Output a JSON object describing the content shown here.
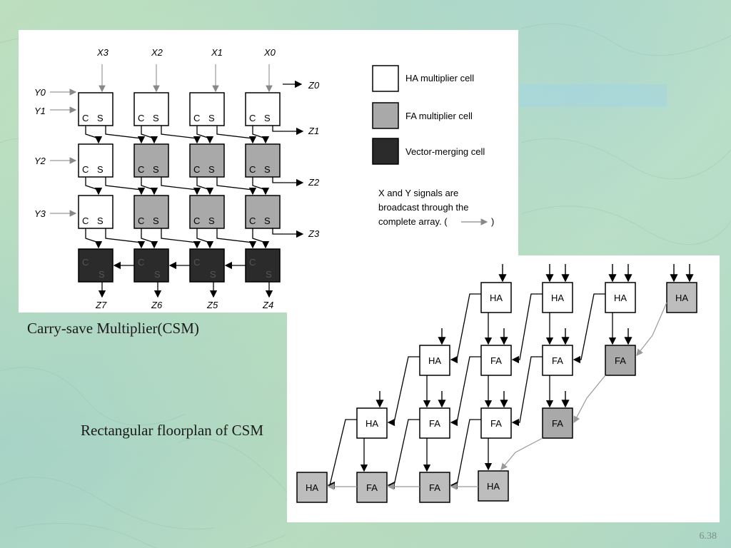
{
  "csm": {
    "x_inputs": [
      "X3",
      "X2",
      "X1",
      "X0"
    ],
    "y_inputs": [
      "Y0",
      "Y1",
      "Y2",
      "Y3"
    ],
    "z_outputs_right": [
      "Z0",
      "Z1",
      "Z2",
      "Z3"
    ],
    "z_outputs_bottom": [
      "Z7",
      "Z6",
      "Z5",
      "Z4"
    ],
    "cell_c": "C",
    "cell_s": "S",
    "legend": {
      "ha": "HA multiplier cell",
      "fa": "FA multiplier cell",
      "vm": "Vector-merging cell",
      "note_lines": [
        "X and Y signals are",
        "broadcast through the",
        "complete array. (",
        ")"
      ]
    },
    "colors": {
      "ha": "#ffffff",
      "fa": "#a9a9a9",
      "vm": "#2b2b2b"
    }
  },
  "floorplan": {
    "cells": {
      "row0": [
        "HA",
        "HA",
        "HA",
        "HA"
      ],
      "row1": [
        "HA",
        "FA",
        "FA",
        "FA"
      ],
      "row2": [
        "HA",
        "FA",
        "FA",
        "FA"
      ],
      "row3": [
        "HA",
        "FA",
        "FA",
        "HA"
      ]
    }
  },
  "captions": {
    "csm": "Carry-save Multiplier(CSM)",
    "floorplan": "Rectangular floorplan of CSM"
  },
  "slide_number": "6.38"
}
